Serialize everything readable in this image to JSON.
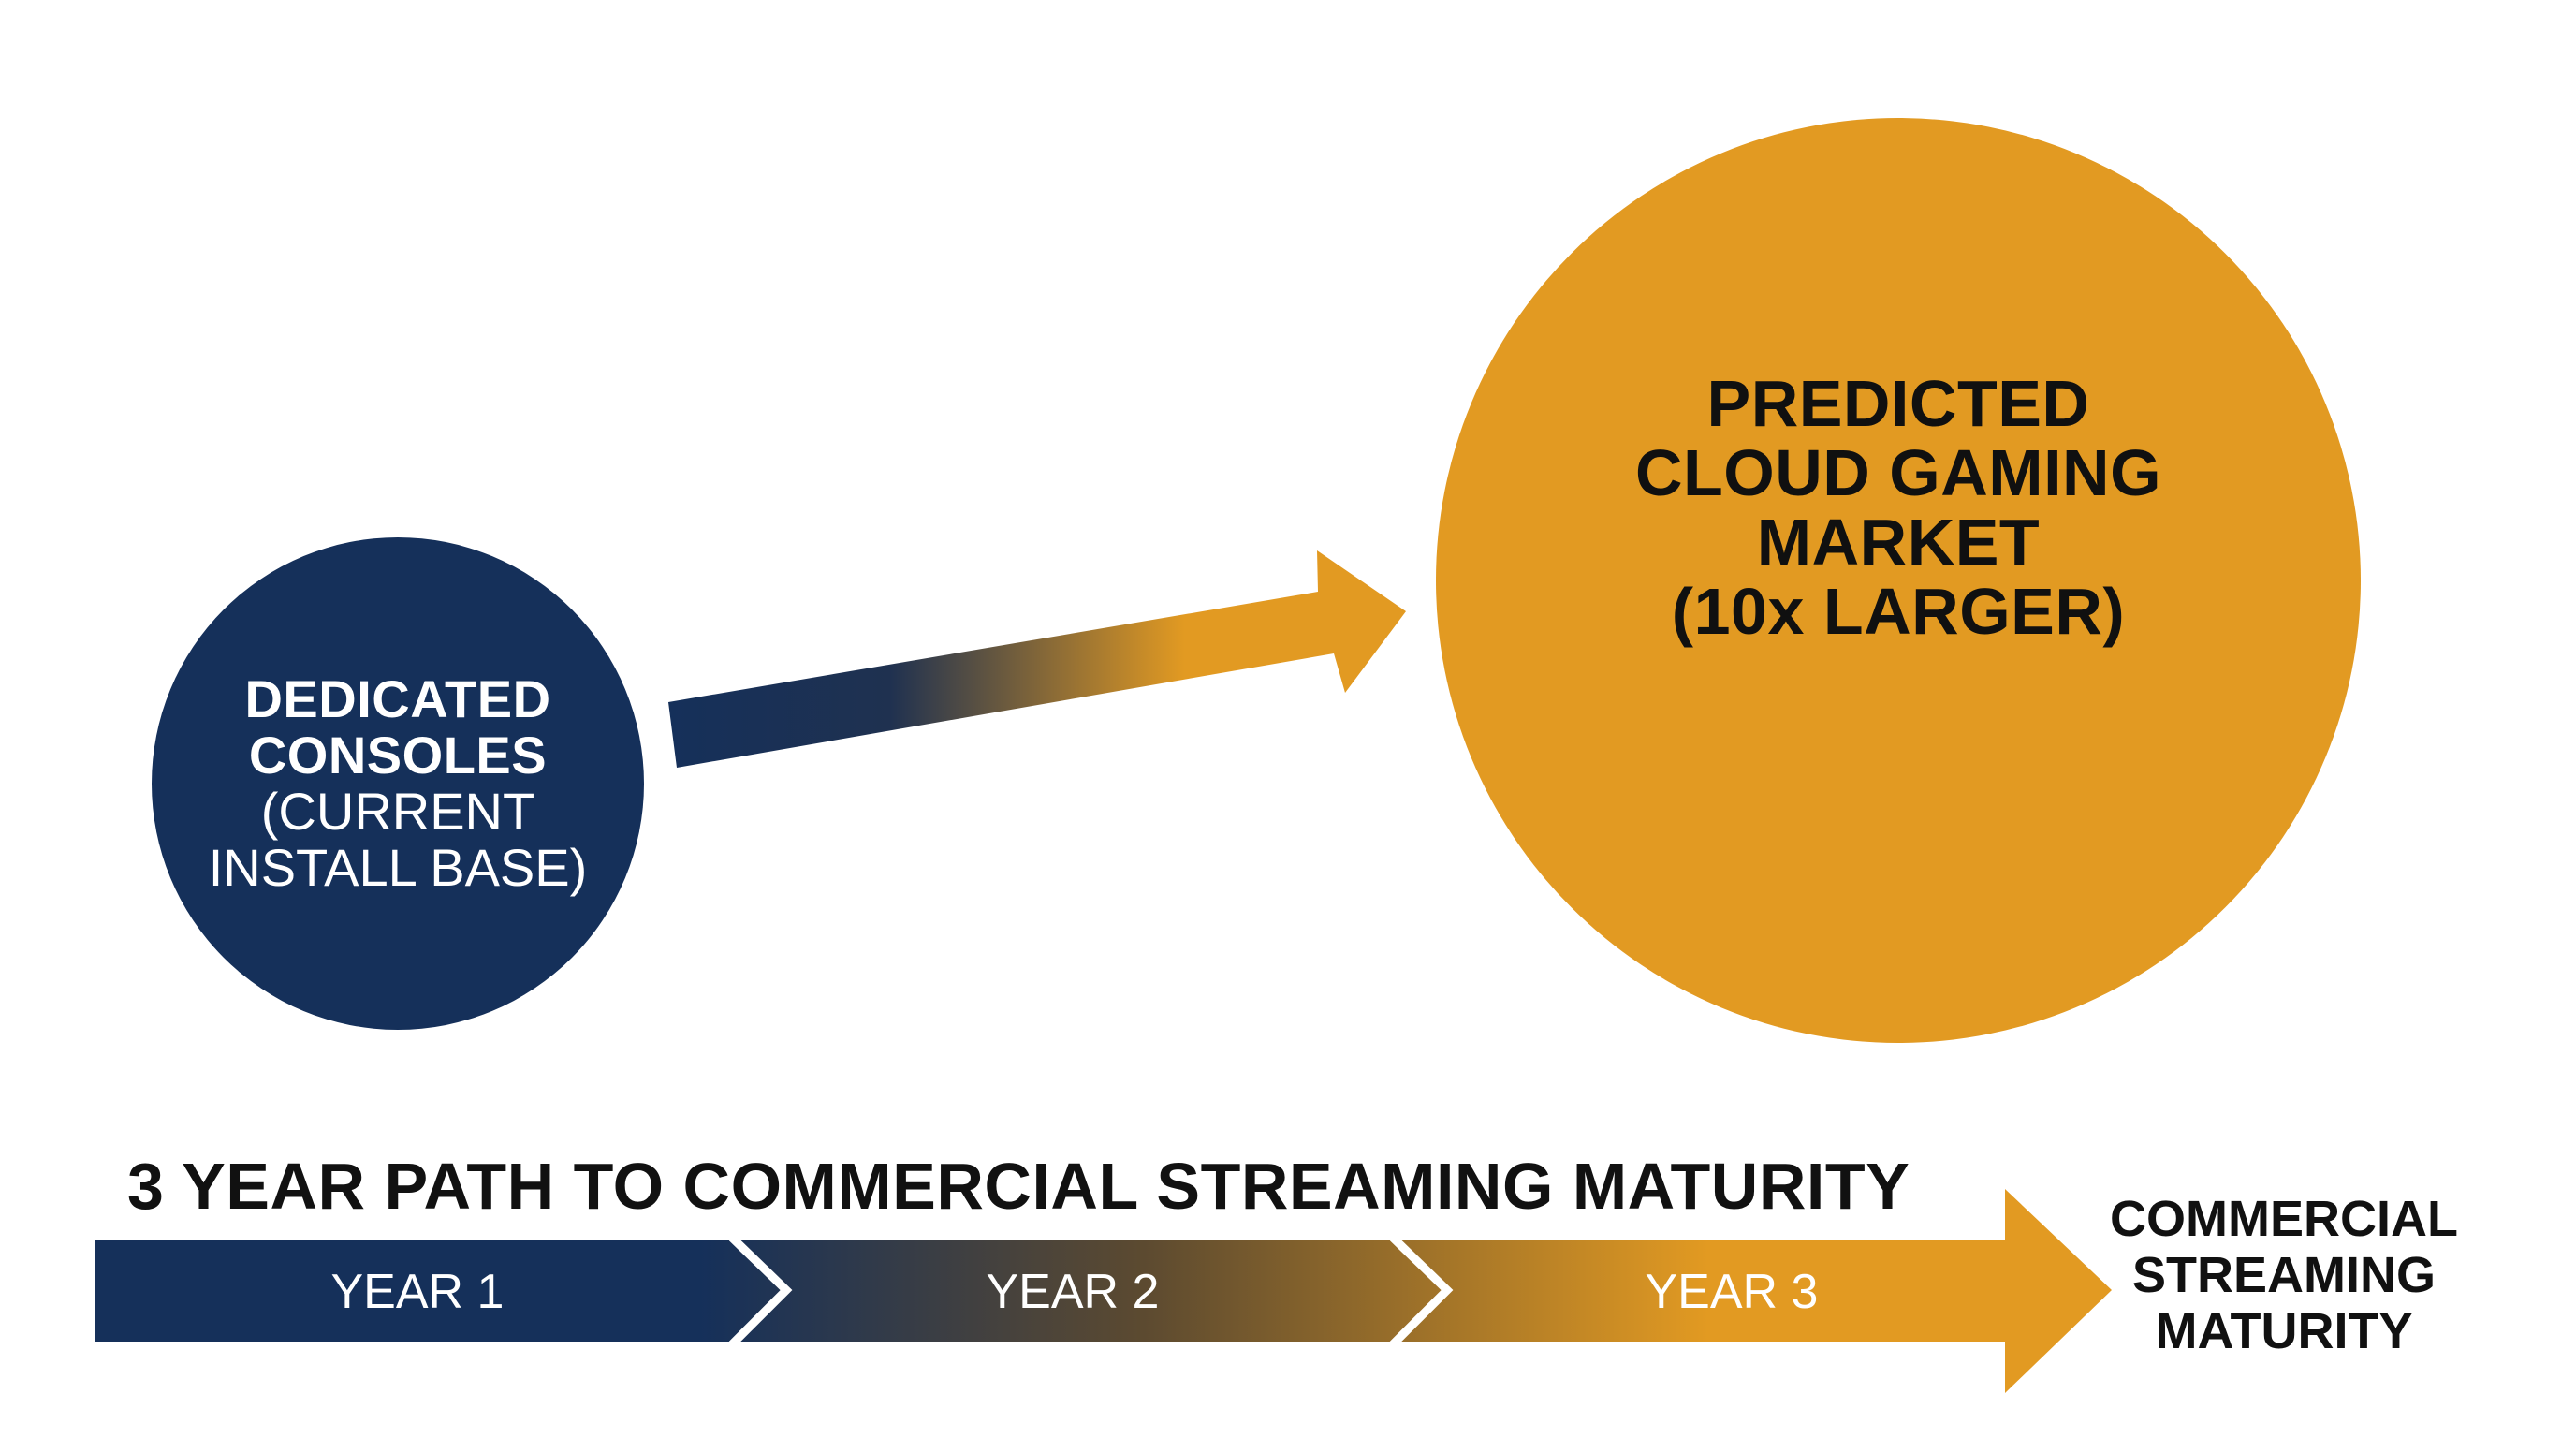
{
  "left_circle": {
    "title_line1": "DEDICATED",
    "title_line2": "CONSOLES",
    "subtitle_line1": "(CURRENT",
    "subtitle_line2": "INSTALL BASE)",
    "color": "#15305a"
  },
  "right_circle": {
    "line1": "PREDICTED",
    "line2": "CLOUD GAMING",
    "line3": "MARKET",
    "line4": "(10x LARGER)",
    "color": "#e29a22"
  },
  "timeline": {
    "title": "3 YEAR PATH TO COMMERCIAL STREAMING MATURITY",
    "segments": [
      "YEAR 1",
      "YEAR 2",
      "YEAR 3"
    ],
    "end_label_line1": "COMMERCIAL",
    "end_label_line2": "STREAMING",
    "end_label_line3": "MATURITY",
    "start_color": "#15305a",
    "end_color": "#e29a22"
  }
}
